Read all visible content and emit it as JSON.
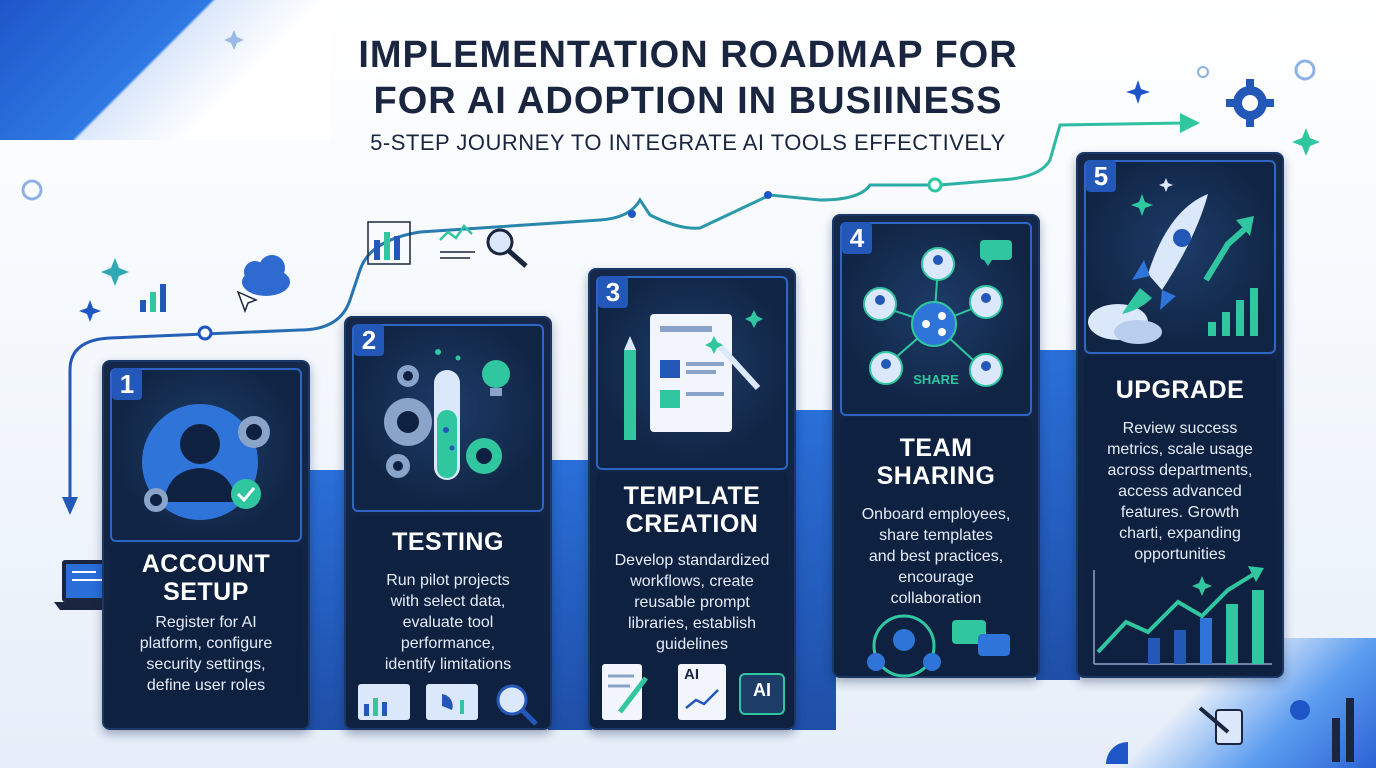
{
  "title": {
    "line1": "IMPLEMENTATION ROADMAP FOR",
    "line2": "FOR AI ADOPTION IN BUSIINESS",
    "subtitle": "5-STEP JOURNEY TO INTEGRATE AI TOOLS EFFECTIVELY"
  },
  "steps": [
    {
      "number": "1",
      "title_lines": [
        "ACCOUNT",
        "SETUP"
      ],
      "desc_lines": [
        "Register for AI",
        "platform, configure",
        "security settings,",
        "define user roles"
      ],
      "icon": "user-gear-check-icon"
    },
    {
      "number": "2",
      "title_lines": [
        "TESTING"
      ],
      "desc_lines": [
        "Run pilot projects",
        "with select data,",
        "evaluate tool",
        "performance,",
        "identify limitations"
      ],
      "icon": "test-tube-gears-icon"
    },
    {
      "number": "3",
      "title_lines": [
        "TEMPLATE",
        "CREATION"
      ],
      "desc_lines": [
        "Develop standardized",
        "workflows, create",
        "reusable prompt",
        "libraries, establish",
        "guidelines"
      ],
      "icon": "document-wand-icon",
      "badge": "AI"
    },
    {
      "number": "4",
      "title_lines": [
        "TEAM",
        "SHARING"
      ],
      "desc_lines": [
        "Onboard employees,",
        "share templates",
        "and best practices,",
        "encourage",
        "collaboration"
      ],
      "icon": "share-network-icon",
      "icon_label": "SHARE"
    },
    {
      "number": "5",
      "title_lines": [
        "UPGRADE"
      ],
      "desc_lines": [
        "Review success",
        "metrics, scale usage",
        "across departments,",
        "access advanced",
        "features. Growth",
        "charti, expanding",
        "opportunities"
      ],
      "icon": "rocket-growth-icon"
    }
  ],
  "colors": {
    "panel": "#0f2140",
    "accent_blue": "#2a6fd8",
    "accent_teal": "#2fc6a0",
    "title_text": "#1a2540"
  }
}
